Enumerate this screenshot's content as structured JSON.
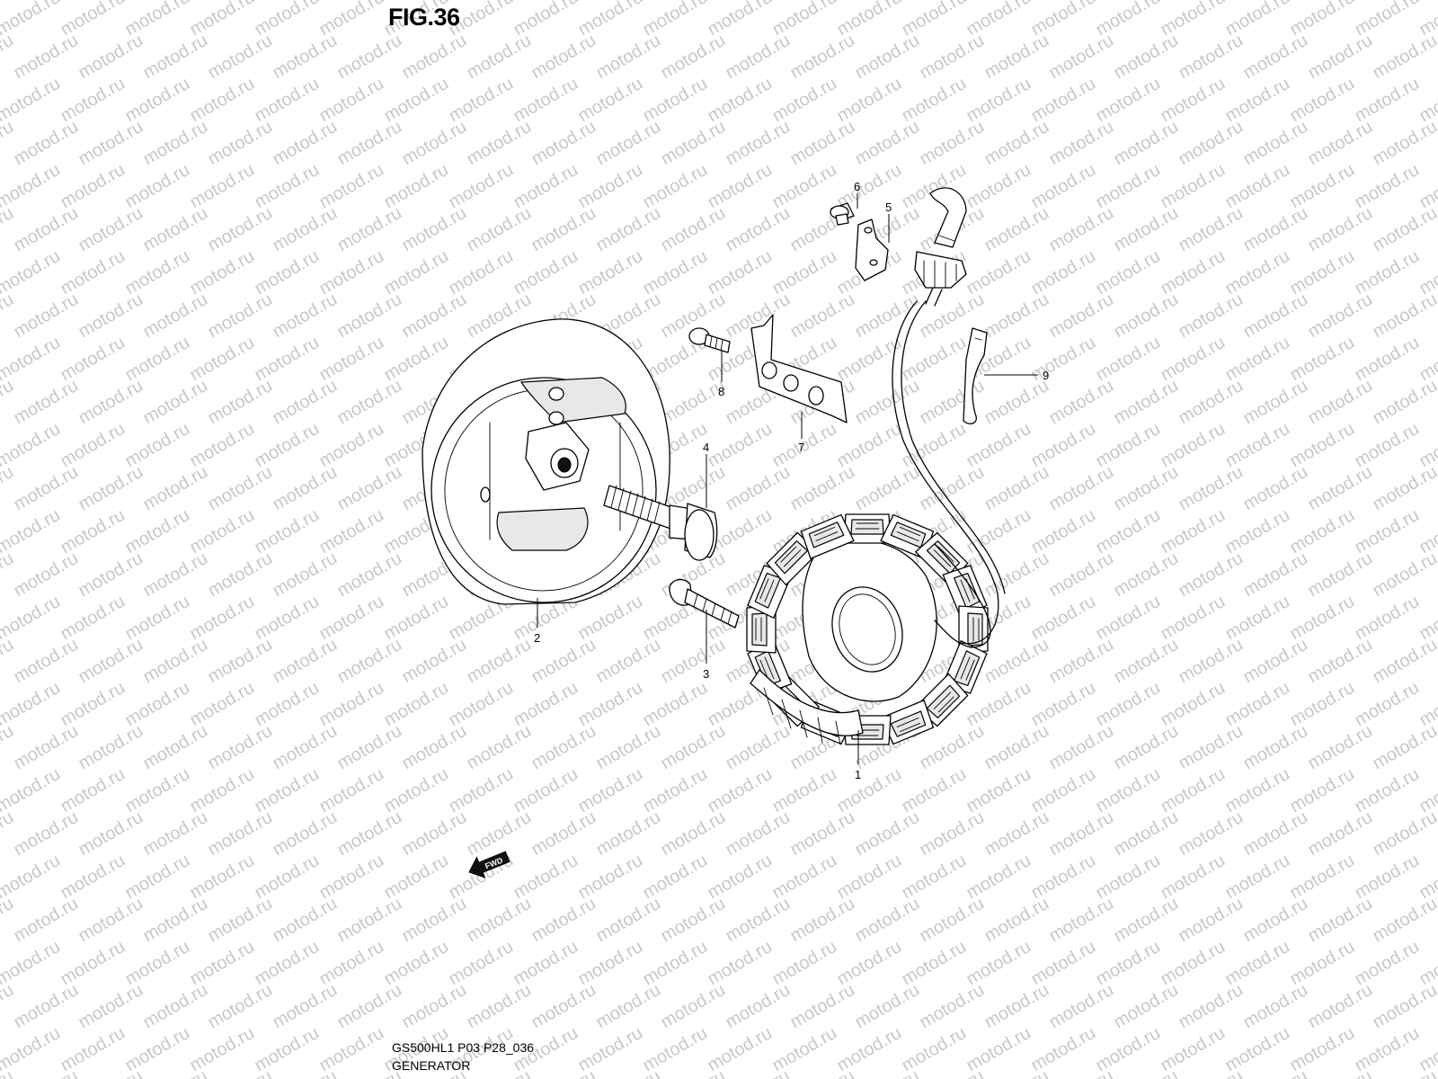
{
  "figure": {
    "title": "FIG.36",
    "code": "GS500HL1 P03 P28_036",
    "name": "GENERATOR"
  },
  "watermark": "motod.ru",
  "direction_marker": "FWD",
  "callouts": [
    {
      "id": "1",
      "label": "1"
    },
    {
      "id": "2",
      "label": "2"
    },
    {
      "id": "3",
      "label": "3"
    },
    {
      "id": "4",
      "label": "4"
    },
    {
      "id": "5",
      "label": "5"
    },
    {
      "id": "6",
      "label": "6"
    },
    {
      "id": "7",
      "label": "7"
    },
    {
      "id": "8",
      "label": "8"
    },
    {
      "id": "9",
      "label": "9"
    }
  ]
}
